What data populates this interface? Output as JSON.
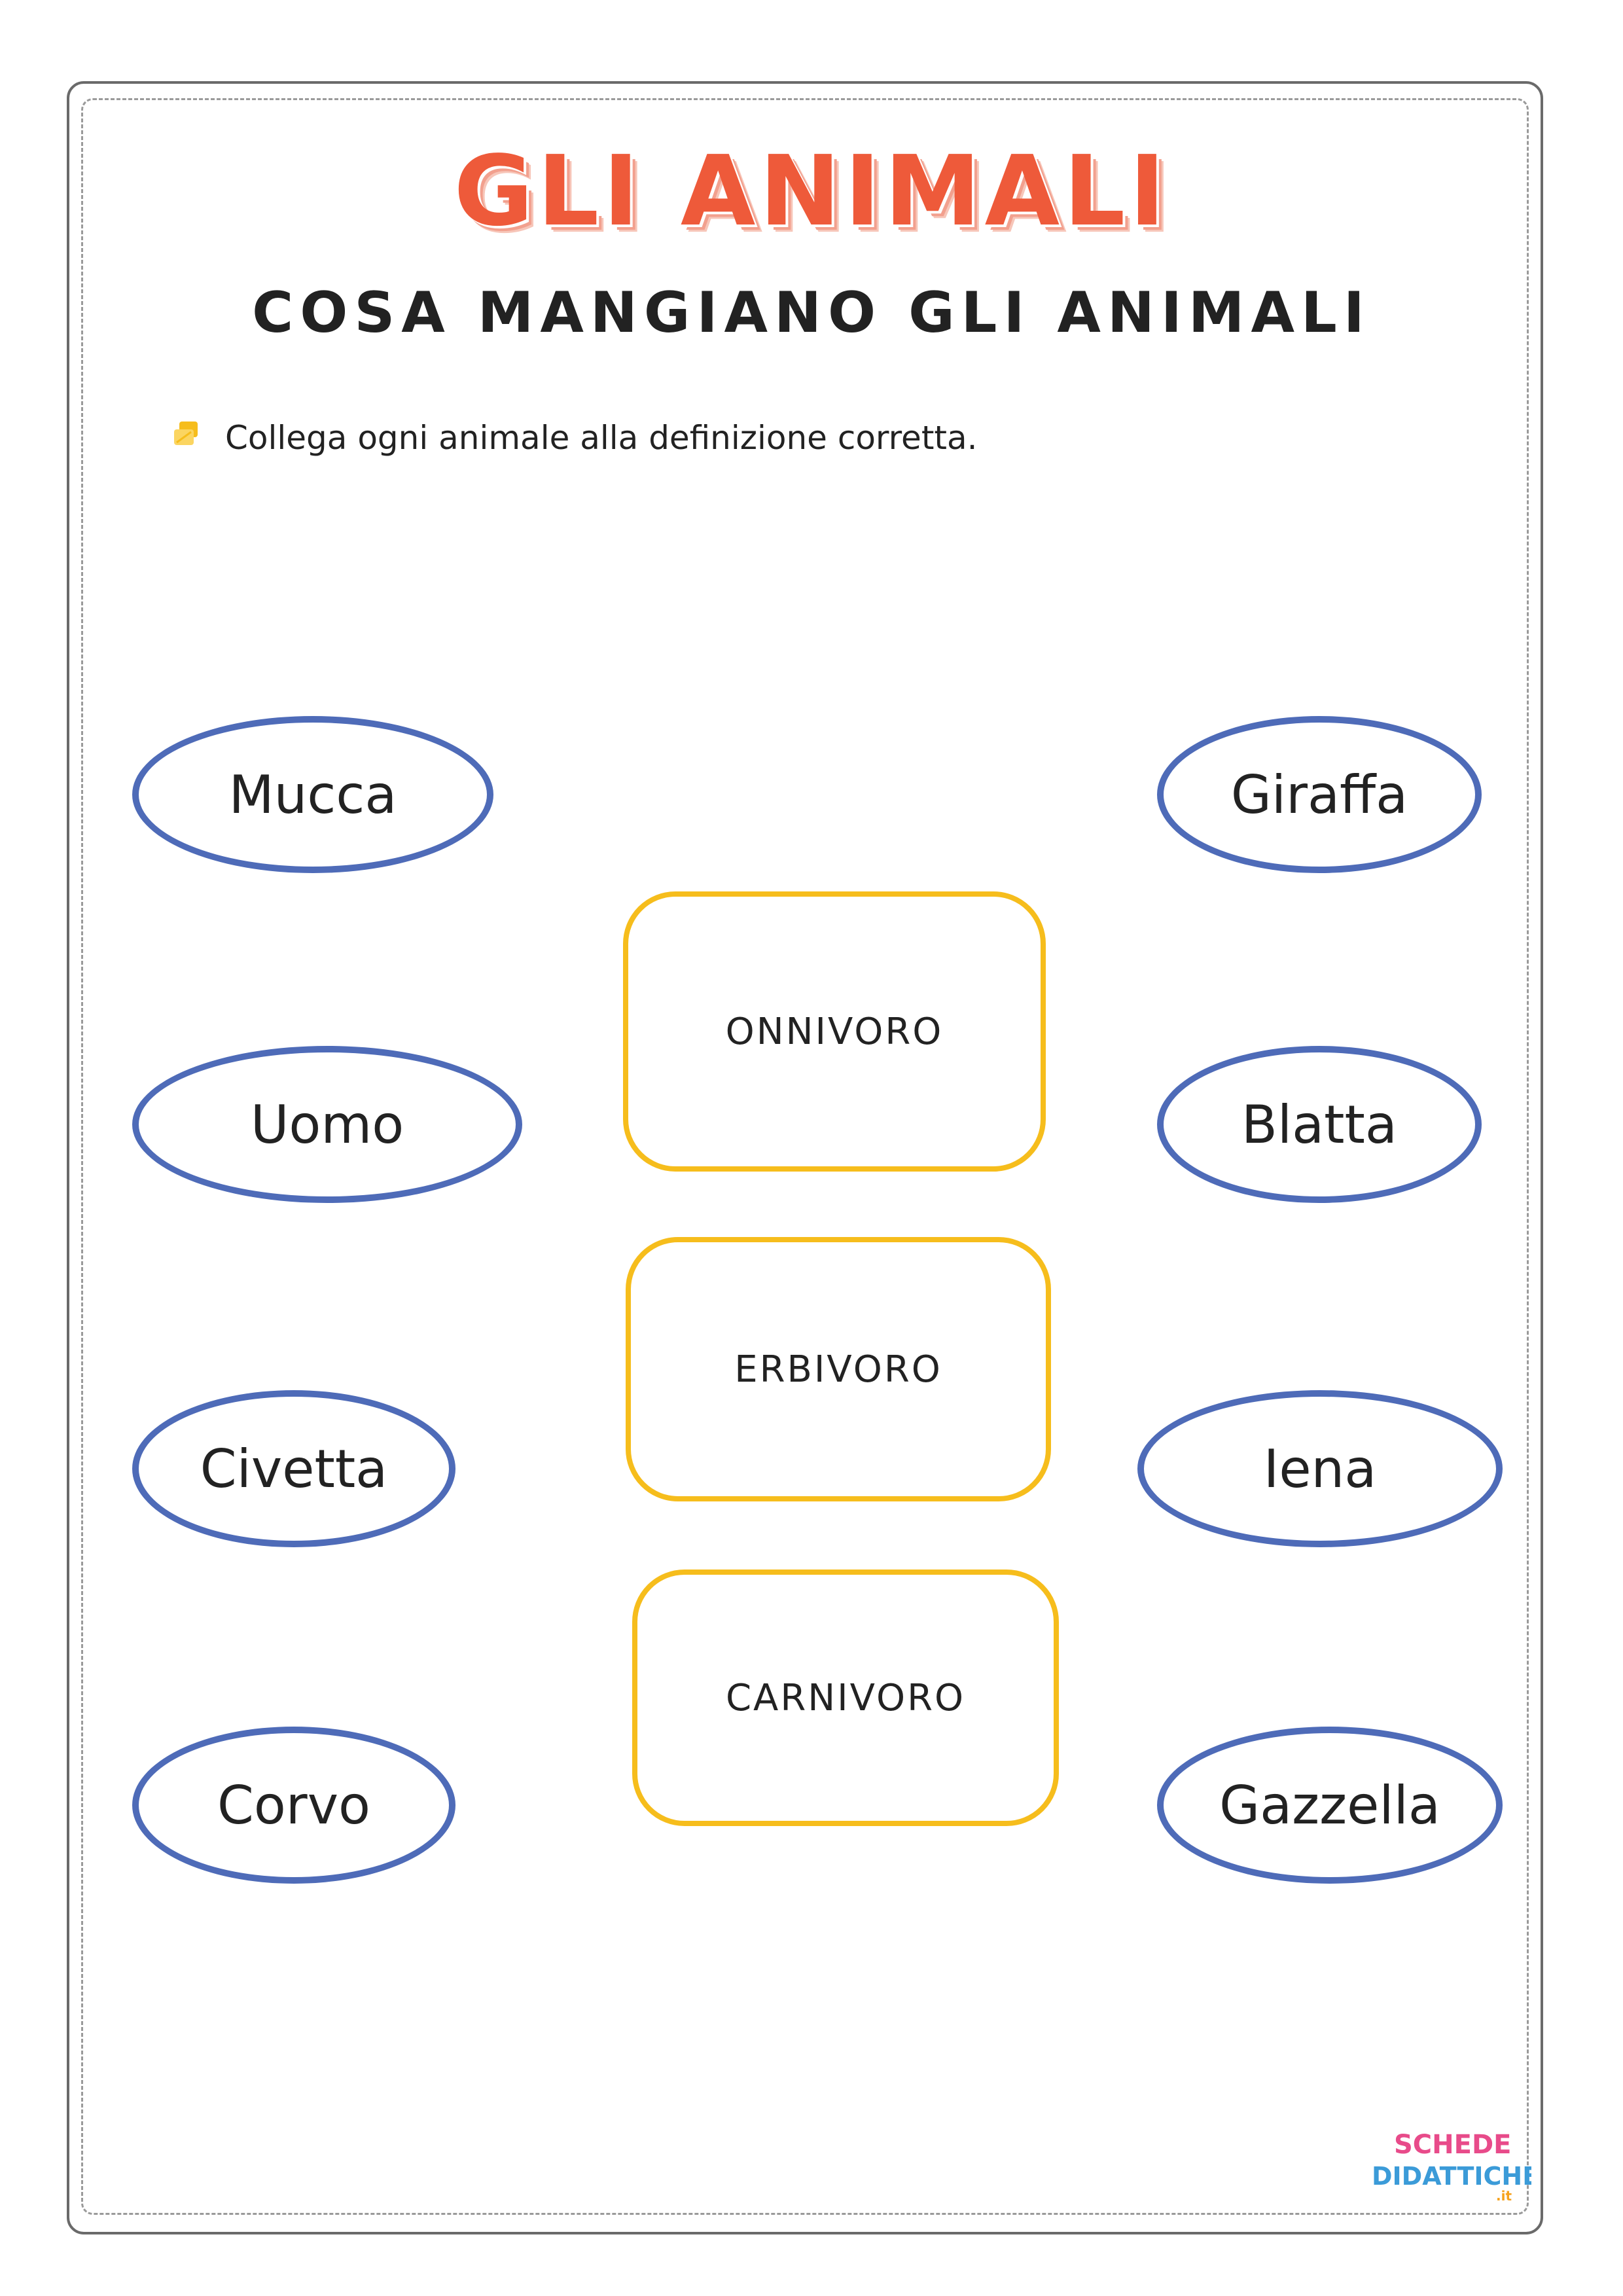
{
  "page": {
    "title": "GLI ANIMALI",
    "subtitle": "COSA MANGIANO GLI ANIMALI",
    "instruction": "Collega ogni animale alla definizione corretta."
  },
  "animals": {
    "left": [
      "Mucca",
      "Uomo",
      "Civetta",
      "Corvo"
    ],
    "right": [
      "Giraffa",
      "Blatta",
      "Iena",
      "Gazzella"
    ]
  },
  "categories": [
    "ONNIVORO",
    "ERBIVORO",
    "CARNIVORO"
  ],
  "logo": {
    "line1": "SCHEDE",
    "line2": "DIDATTICHE",
    "suffix": ".it"
  },
  "colors": {
    "title": "#ee5a3a",
    "oval_border": "#4e6bb8",
    "box_border": "#f6bd1c",
    "instruction_icon": "#f6bd1c"
  },
  "icons": {
    "instruction": "pencil-note-icon"
  }
}
